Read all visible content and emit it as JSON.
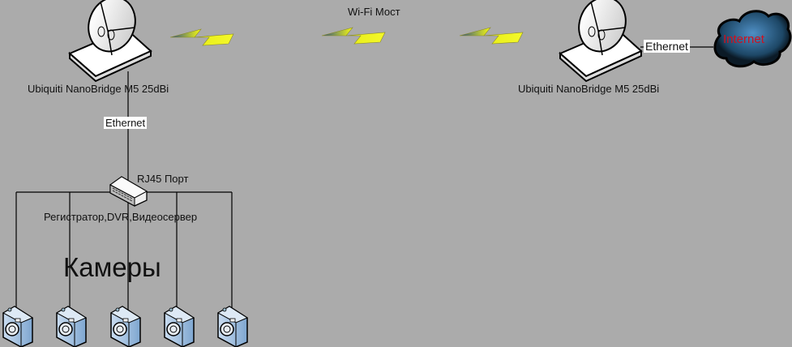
{
  "title": "Wi-Fi Мост",
  "left_device": "Ubiquiti NanoBridge M5 25dBi",
  "right_device": "Ubiquiti NanoBridge M5 25dBi",
  "ethernet_left": "Ethernet",
  "ethernet_right": "Ethernet",
  "internet": "Internet",
  "switch_label": "RJ45 Порт",
  "recorder_label": "Регистратор,DVR,Видеосервер",
  "cameras_label": "Камеры",
  "colors": {
    "background": "#ababab",
    "bolt": "#e8ee1a",
    "internet_text": "#d0101e",
    "cloud": "#2f6e9c"
  }
}
